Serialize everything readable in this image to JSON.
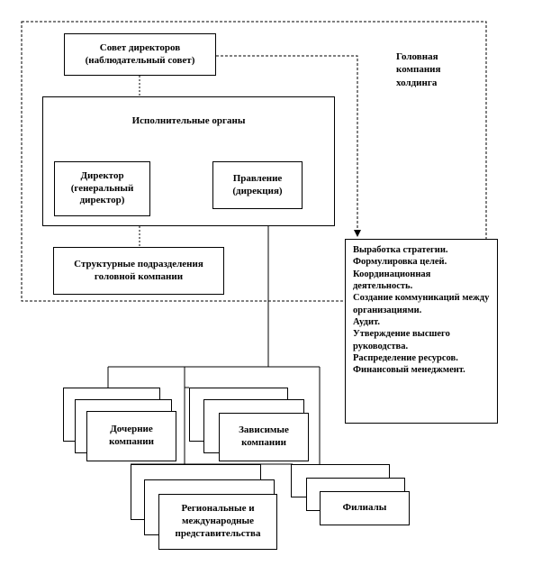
{
  "holding_label": "Головная компания холдинга",
  "board": "Совет  директоров (наблюдательный  совет)",
  "executive_organs": "Исполнительные органы",
  "director": "Директор (генеральный директор)",
  "management": "Правление (дирекция)",
  "structural_units": "Структурные подразделения головной компании",
  "functions": [
    "Выработка стратегии.",
    "Формулировка целей.",
    "Координационная деятельность.",
    "Создание коммуникаций между организациями.",
    "Аудит.",
    "Утверждение высшего руководства.",
    "Распределение ресурсов.",
    "Финансовый менеджмент."
  ],
  "subsidiaries": "Дочерние компании",
  "dependent": "Зависимые компании",
  "representative": "Региональные и международные представительства",
  "branches": "Филиалы"
}
